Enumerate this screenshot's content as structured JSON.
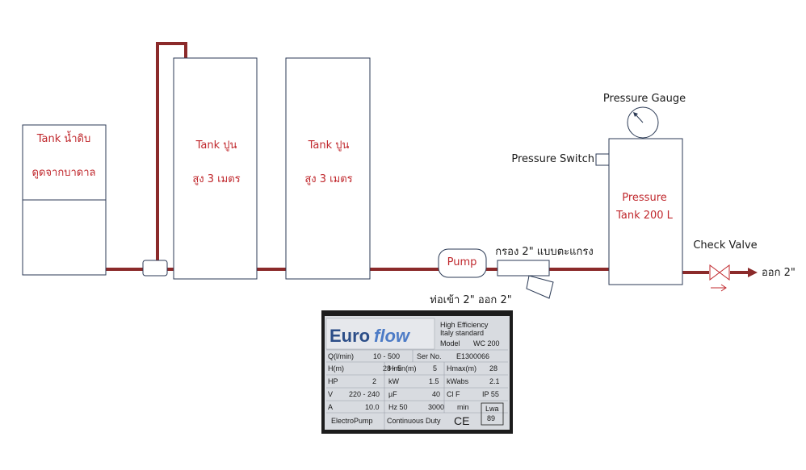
{
  "colors": {
    "pipe": "#8b2a2a",
    "label_red": "#c0282d",
    "label_black": "#1a1a1a",
    "outline": "#2b3a55",
    "plate_blue": "#2c4e88"
  },
  "tanks": {
    "raw_water": {
      "line1": "Tank น้ำดิบ",
      "line2": "ดูดจากบาดาล"
    },
    "concrete_1": {
      "line1": "Tank ปูน",
      "line2": "สูง 3 เมตร"
    },
    "concrete_2": {
      "line1": "Tank ปูน",
      "line2": "สูง 3 เมตร"
    },
    "pressure": {
      "line1": "Pressure",
      "line2": "Tank 200  L"
    }
  },
  "pump": {
    "label": "Pump",
    "caption": "ท่อเข้า 2\" ออก 2\""
  },
  "filter": {
    "label": "กรอง 2\" แบบตะแกรง"
  },
  "gauge": {
    "label": "Pressure Gauge"
  },
  "switch": {
    "label": "Pressure Switch"
  },
  "check_valve": {
    "label": "Check Valve"
  },
  "outlet": {
    "label": "ออก 2\""
  },
  "nameplate": {
    "brand_left": "Euro",
    "brand_right": "flow",
    "line1": "High Efficiency",
    "line2": "Italy standard",
    "model_label": "Model",
    "model_value": "WC 200",
    "rows": [
      [
        "Q(l/min)",
        "10 - 500",
        "Ser No.",
        "E1300066"
      ],
      [
        "H(m)",
        "28 - 5",
        "Hmin(m)",
        "5",
        "Hmax(m)",
        "28"
      ],
      [
        "HP",
        "2",
        "kW",
        "1.5",
        "kWabs",
        "2.1"
      ],
      [
        "V",
        "220 - 240",
        "µF",
        "40",
        "Cl  F",
        "IP 55"
      ],
      [
        "A",
        "10.0",
        "Hz  50",
        "3000",
        "min",
        "Lwa",
        "89"
      ]
    ],
    "footer_left": "ElectroPump",
    "footer_mid": "Continuous Duty",
    "ce": "CE"
  }
}
